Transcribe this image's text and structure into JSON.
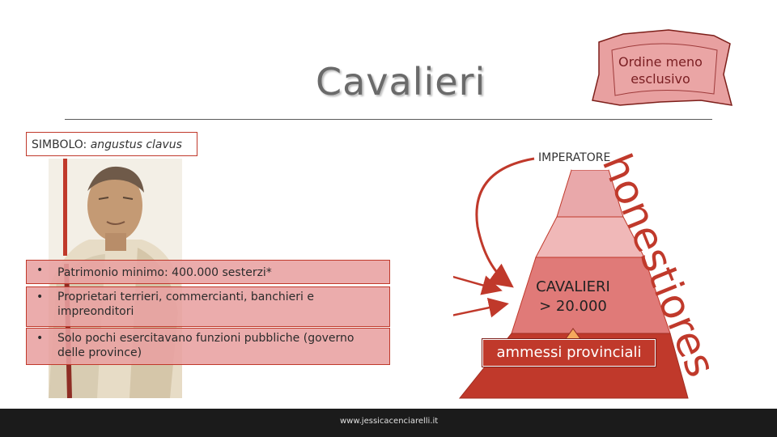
{
  "slide": {
    "title": "Cavalieri",
    "banner": "Ordine meno esclusivo",
    "simbolo_label": "SIMBOLO:",
    "simbolo_value": "angustus clavus",
    "bullets": [
      "Patrimonio minimo: 400.000 sesterzi*",
      "Proprietari terrieri, commercianti, banchieri e impreonditori",
      "Solo pochi esercitavano funzioni pubbliche (governo delle province)"
    ],
    "pyramid": {
      "top_label": "IMPERATORE",
      "cavalieri_label": "CAVALIERI",
      "cavalieri_count": "> 20.000",
      "provinciali_label": "ammessi provinciali",
      "side_label": "honestiores"
    },
    "footer": "www.jessicacenciarelli.it"
  },
  "colors": {
    "accent": "#c0392b",
    "pink_light": "#e8a0a0",
    "pyramid_top": "#e9a8aa",
    "pyramid_mid": "#f0b8b8",
    "pyramid_cav": "#e07a78",
    "pyramid_base": "#c0392b",
    "footer_bg": "#1b1b1b"
  }
}
